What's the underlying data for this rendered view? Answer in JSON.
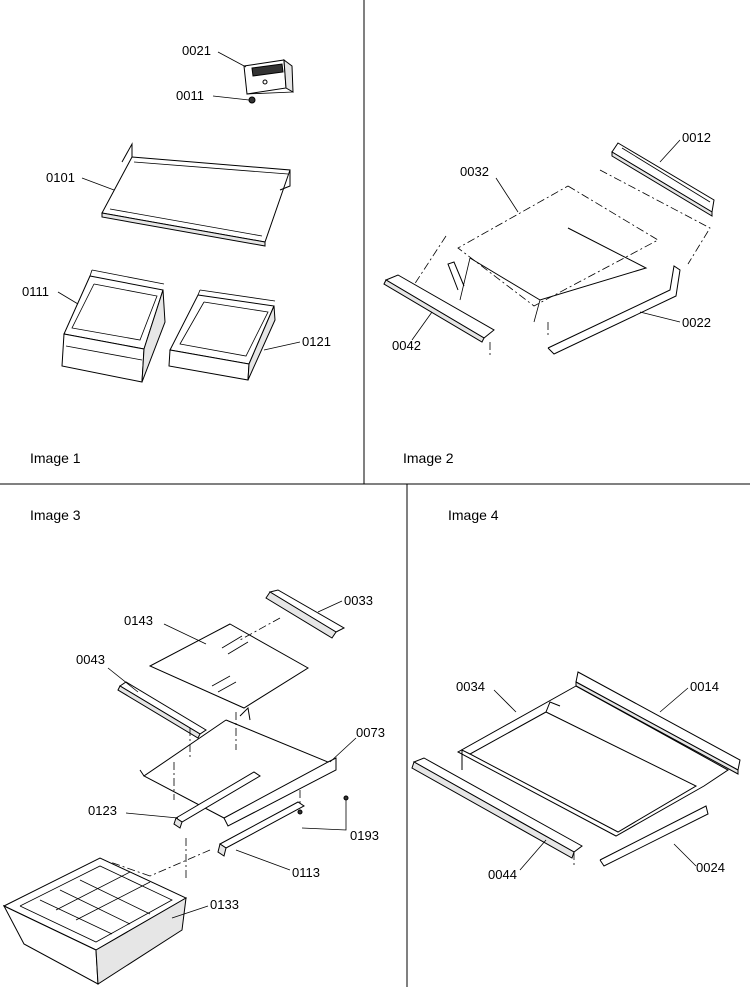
{
  "panels": [
    {
      "title": "Image 1"
    },
    {
      "title": "Image 2"
    },
    {
      "title": "Image 3"
    },
    {
      "title": "Image 4"
    }
  ],
  "parts": {
    "p0021": "0021",
    "p0011": "0011",
    "p0101": "0101",
    "p0111": "0111",
    "p0121": "0121",
    "p0032": "0032",
    "p0012": "0012",
    "p0042": "0042",
    "p0022": "0022",
    "p0143": "0143",
    "p0033": "0033",
    "p0043": "0043",
    "p0073": "0073",
    "p0123": "0123",
    "p0193": "0193",
    "p0113": "0113",
    "p0133": "0133",
    "p0034": "0034",
    "p0014": "0014",
    "p0044": "0044",
    "p0024": "0024"
  }
}
